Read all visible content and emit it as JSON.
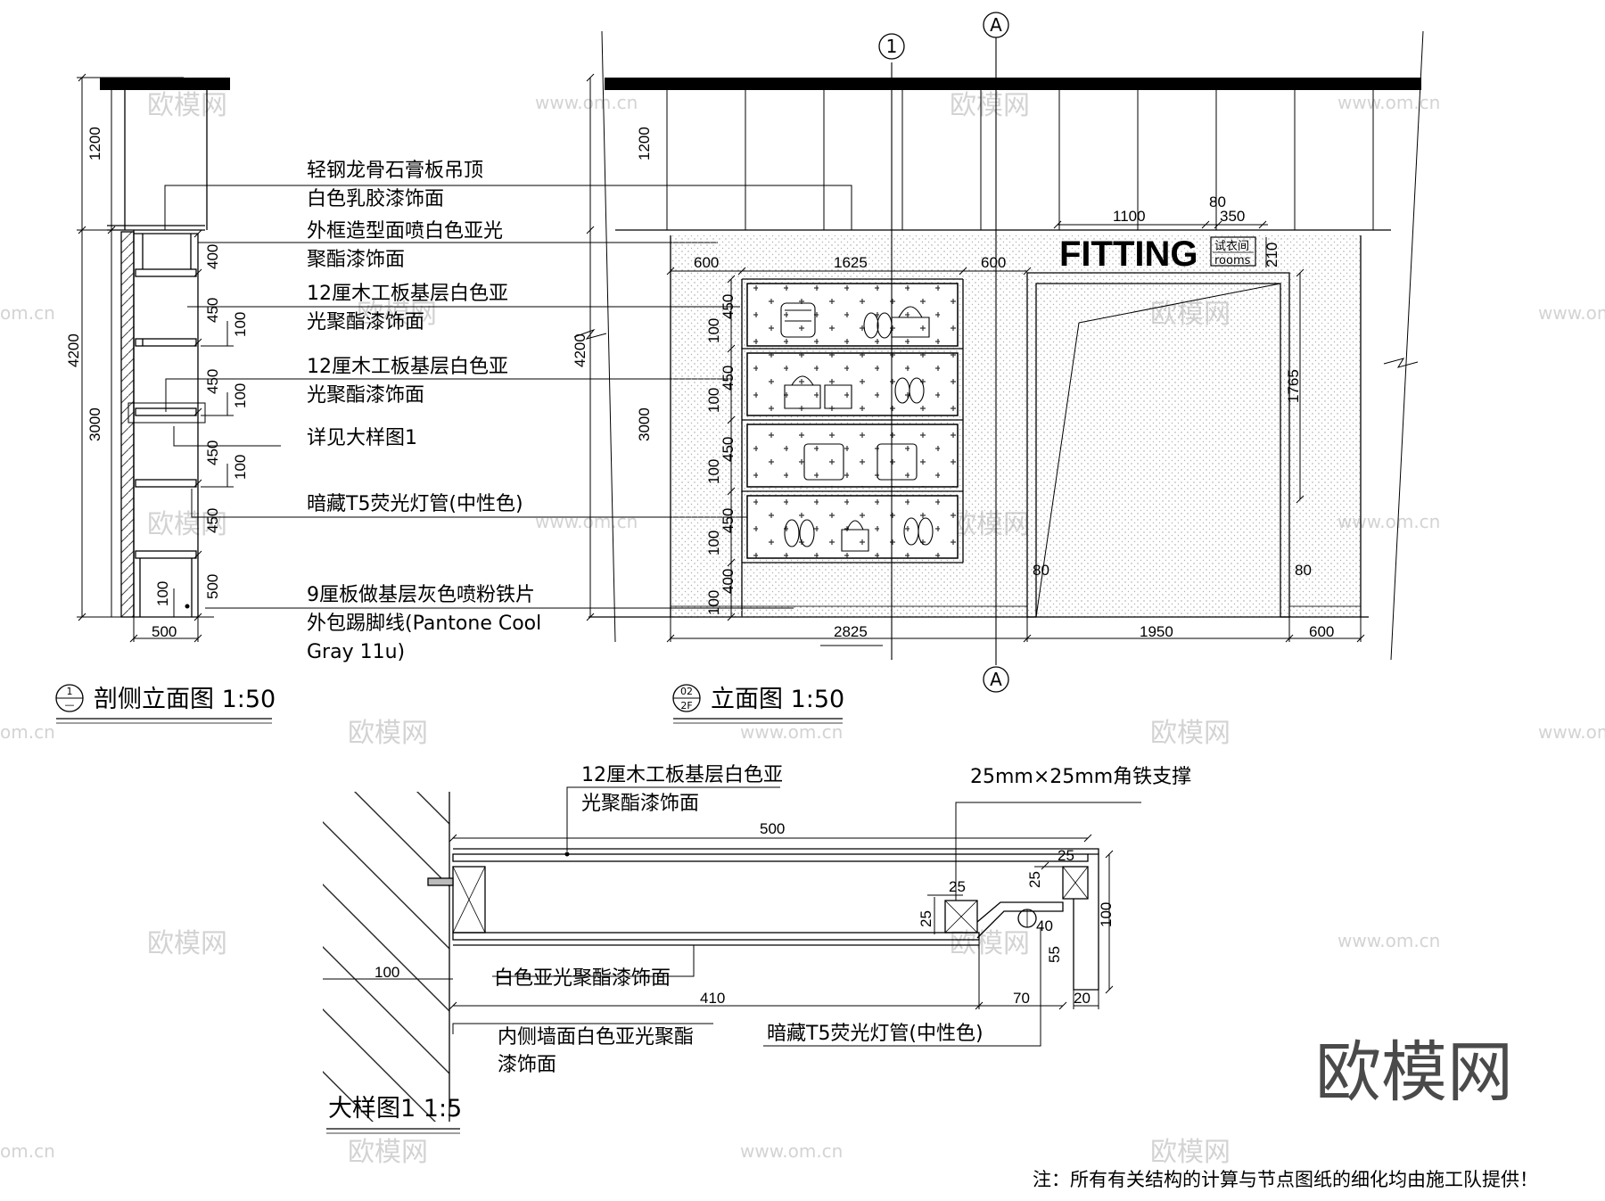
{
  "watermark": {
    "site": "www.om.cn",
    "site_short": "om.cn",
    "brand": "欧模网",
    "big": "欧模网"
  },
  "section_view": {
    "title": "剖侧立面图 1:50",
    "badge_top": "1",
    "badge_bottom": "—",
    "dims_left": [
      "1200",
      "4200",
      "3000"
    ],
    "dims_right": [
      "400",
      "450",
      "450",
      "450",
      "450",
      "500"
    ],
    "dims_inner": [
      "100",
      "100",
      "100",
      "100"
    ],
    "dim_bottom": "500",
    "notes": [
      "轻钢龙骨石膏板吊顶",
      "白色乳胶漆饰面",
      "外框造型面喷白色亚光",
      "聚酯漆饰面",
      "12厘木工板基层白色亚",
      "光聚酯漆饰面",
      "12厘木工板基层白色亚",
      "光聚酯漆饰面",
      "详见大样图1",
      "暗藏T5荧光灯管(中性色)",
      "9厘板做基层灰色喷粉铁片",
      "外包踢脚线(Pantone Cool",
      "Gray 11u)"
    ]
  },
  "elevation_view": {
    "title": "立面图 1:50",
    "badge_top": "02",
    "badge_bottom": "2F",
    "axis_a": "A",
    "axis_1": "1",
    "sign_main": "FITTING",
    "sign_cn": "试衣间",
    "sign_en": "rooms",
    "dims_top": [
      "600",
      "1625",
      "600",
      "1100",
      "80",
      "350"
    ],
    "dim_sign": "210",
    "dims_left": [
      "1200",
      "4200",
      "3000"
    ],
    "dims_shelves": [
      "450",
      "450",
      "450",
      "450",
      "400"
    ],
    "dims_shelf_gap": [
      "100",
      "100",
      "100",
      "100",
      "100"
    ],
    "dim_door_h": "1765",
    "dims_door_frame": [
      "80",
      "80"
    ],
    "dims_bottom": [
      "2825",
      "1950",
      "600"
    ]
  },
  "detail_view": {
    "title": "大样图1 1:5",
    "notes": [
      "12厘木工板基层白色亚",
      "光聚酯漆饰面",
      "25mm×25mm角铁支撑",
      "白色亚光聚酯漆饰面",
      "内侧墙面白色亚光聚酯",
      "漆饰面",
      "暗藏T5荧光灯管(中性色)"
    ],
    "dims": [
      "500",
      "25",
      "25",
      "25",
      "25",
      "100",
      "40",
      "55",
      "100",
      "410",
      "70",
      "20"
    ]
  },
  "footnote": "注：所有有关结构的计算与节点图纸的细化均由施工队提供！"
}
